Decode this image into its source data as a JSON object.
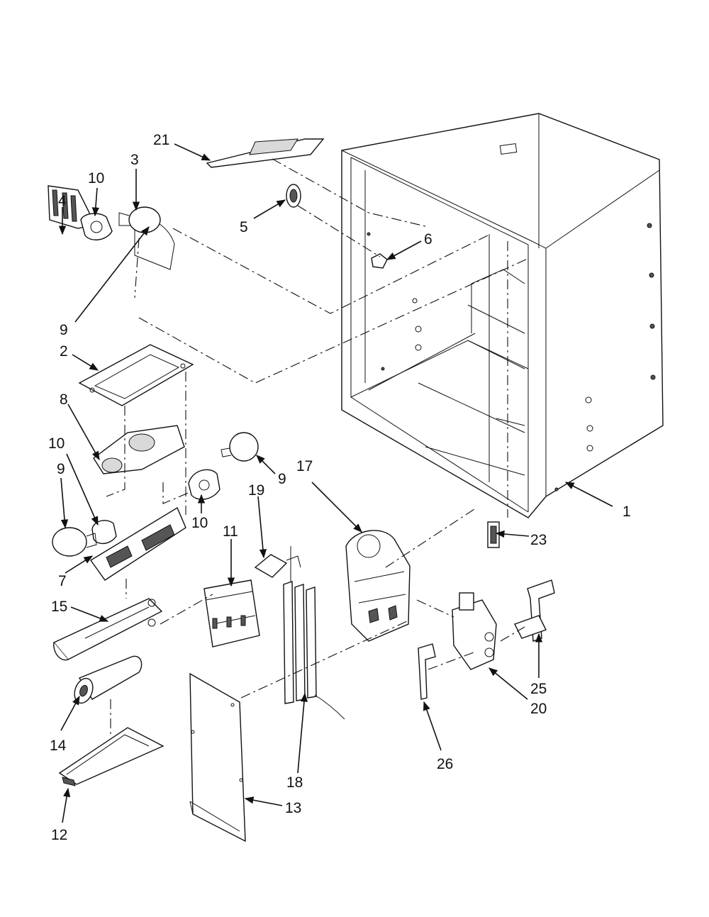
{
  "callouts": {
    "c1": "1",
    "c2": "2",
    "c3": "3",
    "c4": "4",
    "c5": "5",
    "c6": "6",
    "c7": "7",
    "c8": "8",
    "c9a": "9",
    "c9b": "9",
    "c9c": "9",
    "c10a": "10",
    "c10b": "10",
    "c10c": "10",
    "c11": "11",
    "c12": "12",
    "c13": "13",
    "c14": "14",
    "c15": "15",
    "c17": "17",
    "c18": "18",
    "c19": "19",
    "c20": "20",
    "c21": "21",
    "c23": "23",
    "c25": "25",
    "c26": "26"
  }
}
